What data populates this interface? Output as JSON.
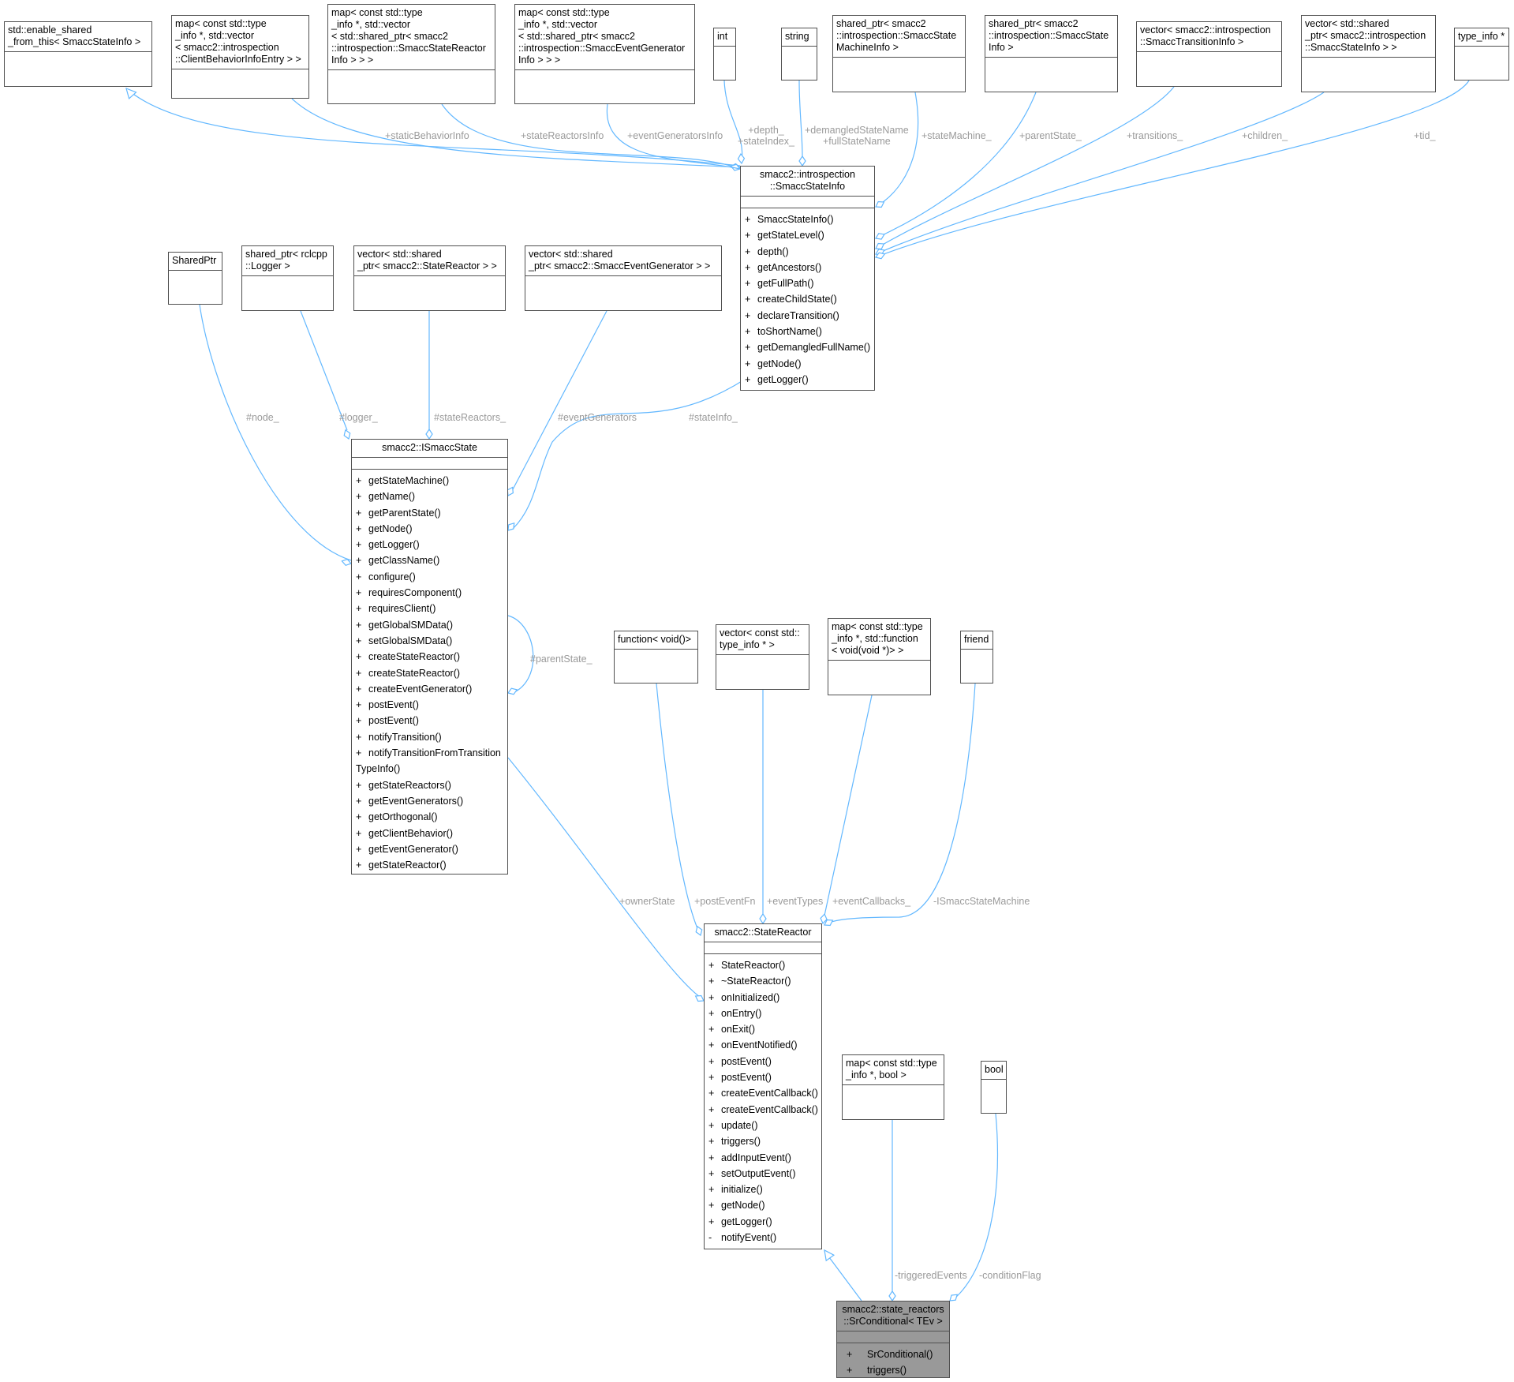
{
  "colors": {
    "edge": "#63b8ff",
    "border": "#505050",
    "label": "#9a9a9a",
    "highlight_fill": "#999999"
  },
  "nodes": {
    "enable_shared": {
      "title": "std::enable_shared\n_from_this< SmaccStateInfo >"
    },
    "map_client_behavior": {
      "title": "map< const std::type\n_info *, std::vector\n< smacc2::introspection\n::ClientBehaviorInfoEntry > >"
    },
    "map_state_reactor": {
      "title": "map< const std::type\n_info *, std::vector\n< std::shared_ptr< smacc2\n::introspection::SmaccStateReactor\nInfo > > >"
    },
    "map_event_generator": {
      "title": "map< const std::type\n_info *, std::vector\n< std::shared_ptr< smacc2\n::introspection::SmaccEventGenerator\nInfo > > >"
    },
    "int": {
      "title": "int"
    },
    "string": {
      "title": "string"
    },
    "shared_state_machine_info": {
      "title": "shared_ptr< smacc2\n::introspection::SmaccState\nMachineInfo >"
    },
    "shared_state_info": {
      "title": "shared_ptr< smacc2\n::introspection::SmaccState\nInfo >"
    },
    "vector_transition_info": {
      "title": "vector< smacc2::introspection\n::SmaccTransitionInfo >"
    },
    "vector_shared_state_info": {
      "title": "vector< std::shared\n_ptr< smacc2::introspection\n::SmaccStateInfo > >"
    },
    "type_info_ptr": {
      "title": "type_info *"
    },
    "smacc_state_info": {
      "title": "smacc2::introspection\n::SmaccStateInfo",
      "methods": [
        {
          "v": "+",
          "name": "SmaccStateInfo()"
        },
        {
          "v": "+",
          "name": "getStateLevel()"
        },
        {
          "v": "+",
          "name": "depth()"
        },
        {
          "v": "+",
          "name": "getAncestors()"
        },
        {
          "v": "+",
          "name": "getFullPath()"
        },
        {
          "v": "+",
          "name": "createChildState()"
        },
        {
          "v": "+",
          "name": "declareTransition()"
        },
        {
          "v": "+",
          "name": "toShortName()"
        },
        {
          "v": "+",
          "name": "getDemangledFullName()"
        },
        {
          "v": "+",
          "name": "getNode()"
        },
        {
          "v": "+",
          "name": "getLogger()"
        }
      ]
    },
    "shared_ptr_plain": {
      "title": "SharedPtr"
    },
    "shared_logger": {
      "title": "shared_ptr< rclcpp\n::Logger >"
    },
    "vector_state_reactor": {
      "title": "vector< std::shared\n_ptr< smacc2::StateReactor > >"
    },
    "vector_event_generator": {
      "title": "vector< std::shared\n_ptr< smacc2::SmaccEventGenerator > >"
    },
    "ismacc_state": {
      "title": "smacc2::ISmaccState",
      "methods": [
        {
          "v": "+",
          "name": "getStateMachine()"
        },
        {
          "v": "+",
          "name": "getName()"
        },
        {
          "v": "+",
          "name": "getParentState()"
        },
        {
          "v": "+",
          "name": "getNode()"
        },
        {
          "v": "+",
          "name": "getLogger()"
        },
        {
          "v": "+",
          "name": "getClassName()"
        },
        {
          "v": "+",
          "name": "configure()"
        },
        {
          "v": "+",
          "name": "requiresComponent()"
        },
        {
          "v": "+",
          "name": "requiresClient()"
        },
        {
          "v": "+",
          "name": "getGlobalSMData()"
        },
        {
          "v": "+",
          "name": "setGlobalSMData()"
        },
        {
          "v": "+",
          "name": "createStateReactor()"
        },
        {
          "v": "+",
          "name": "createStateReactor()"
        },
        {
          "v": "+",
          "name": "createEventGenerator()"
        },
        {
          "v": "+",
          "name": "postEvent()"
        },
        {
          "v": "+",
          "name": "postEvent()"
        },
        {
          "v": "+",
          "name": "notifyTransition()"
        },
        {
          "v": "+",
          "name": "notifyTransitionFromTransition\nTypeInfo()"
        },
        {
          "v": "+",
          "name": "getStateReactors()"
        },
        {
          "v": "+",
          "name": "getEventGenerators()"
        },
        {
          "v": "+",
          "name": "getOrthogonal()"
        },
        {
          "v": "+",
          "name": "getClientBehavior()"
        },
        {
          "v": "+",
          "name": "getEventGenerator()"
        },
        {
          "v": "+",
          "name": "getStateReactor()"
        }
      ]
    },
    "function_void": {
      "title": "function< void()>"
    },
    "vector_type_info": {
      "title": "vector< const std::\ntype_info * >"
    },
    "map_function": {
      "title": "map< const std::type\n_info *, std::function\n< void(void *)> >"
    },
    "friend": {
      "title": "friend"
    },
    "state_reactor": {
      "title": "smacc2::StateReactor",
      "methods": [
        {
          "v": "+",
          "name": "StateReactor()"
        },
        {
          "v": "+",
          "name": "~StateReactor()"
        },
        {
          "v": "+",
          "name": "onInitialized()"
        },
        {
          "v": "+",
          "name": "onEntry()"
        },
        {
          "v": "+",
          "name": "onExit()"
        },
        {
          "v": "+",
          "name": "onEventNotified()"
        },
        {
          "v": "+",
          "name": "postEvent()"
        },
        {
          "v": "+",
          "name": "postEvent()"
        },
        {
          "v": "+",
          "name": "createEventCallback()"
        },
        {
          "v": "+",
          "name": "createEventCallback()"
        },
        {
          "v": "+",
          "name": "update()"
        },
        {
          "v": "+",
          "name": "triggers()"
        },
        {
          "v": "+",
          "name": "addInputEvent()"
        },
        {
          "v": "+",
          "name": "setOutputEvent()"
        },
        {
          "v": "+",
          "name": "initialize()"
        },
        {
          "v": "+",
          "name": "getNode()"
        },
        {
          "v": "+",
          "name": "getLogger()"
        },
        {
          "v": "-",
          "name": "notifyEvent()"
        }
      ]
    },
    "map_bool": {
      "title": "map< const std::type\n_info *, bool >"
    },
    "bool": {
      "title": "bool"
    },
    "sr_conditional": {
      "title": "smacc2::state_reactors\n::SrConditional< TEv >",
      "methods": [
        {
          "v": "+",
          "name": "SrConditional()"
        },
        {
          "v": "+",
          "name": "triggers()"
        }
      ]
    }
  },
  "edge_labels": {
    "staticBehaviorInfo": "+staticBehaviorInfo",
    "stateReactorsInfo": "+stateReactorsInfo",
    "eventGeneratorsInfo": "+eventGeneratorsInfo",
    "depth": "+depth_\n+stateIndex_",
    "demangled": "+demangledStateName\n+fullStateName",
    "stateMachine": "+stateMachine_",
    "parentState": "+parentState_",
    "transitions": "+transitions_",
    "children": "+children_",
    "tid": "+tid_",
    "node": "#node_",
    "logger": "#logger_",
    "stateReactors": "#stateReactors_",
    "eventGenerators": "#eventGenerators",
    "stateInfo": "#stateInfo_",
    "parentStateSelf": "#parentState_",
    "ownerState": "+ownerState",
    "postEventFn": "+postEventFn",
    "eventTypes": "+eventTypes",
    "eventCallbacks": "+eventCallbacks_",
    "ismaccStateMachine": "-ISmaccStateMachine",
    "triggeredEvents": "-triggeredEvents",
    "conditionFlag": "-conditionFlag"
  }
}
